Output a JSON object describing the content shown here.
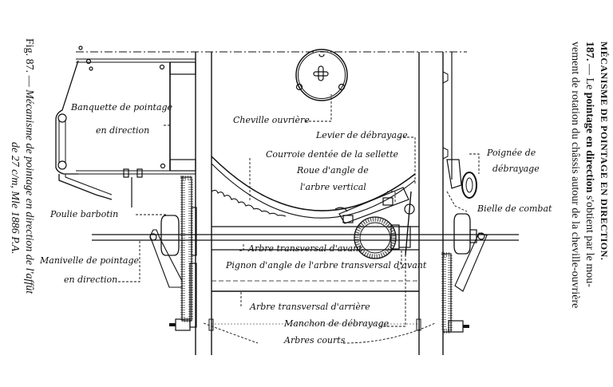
{
  "page": {
    "section_heading": "MÉCANISME DE POINTAGE EN DIRECTION.",
    "paragraph": {
      "number": "187.",
      "dash": " — Le ",
      "bold1": "pointage en direction",
      "rest_line1": " s'obtient par le mou-",
      "line2": "vement de rotation du châssis autour de la cheville-ouvrière"
    },
    "figure_caption": {
      "fig_label": "Fig. 87.",
      "dash": " — ",
      "line1": "Mécanisme de pointage en direction de l'affût",
      "line2": "de 27 c/m, Mle 1886 P.A."
    }
  },
  "labels": {
    "banquette_1": "Banquette de pointage",
    "banquette_2": "en direction",
    "cheville": "Cheville ouvrière",
    "levier": "Levier de débrayage",
    "courroie": "Courroie dentée de la sellette",
    "roue_1": "Roue d'angle de",
    "roue_2": "l'arbre vertical",
    "poignee_1": "Poignée de",
    "poignee_2": "débrayage",
    "bielle": "Bielle de combat",
    "poulie": "Poulie barbotin",
    "manivelle_1": "Manivelle de pointage",
    "manivelle_2": "en direction",
    "arbre_avant": "Arbre transversal d'avant",
    "pignon": "Pignon d'angle de l'arbre transversal d'avant",
    "arbre_arriere": "Arbre transversal d'arrière",
    "manchon": "Manchon de débrayage",
    "arbres_courts": "Arbres courts"
  }
}
